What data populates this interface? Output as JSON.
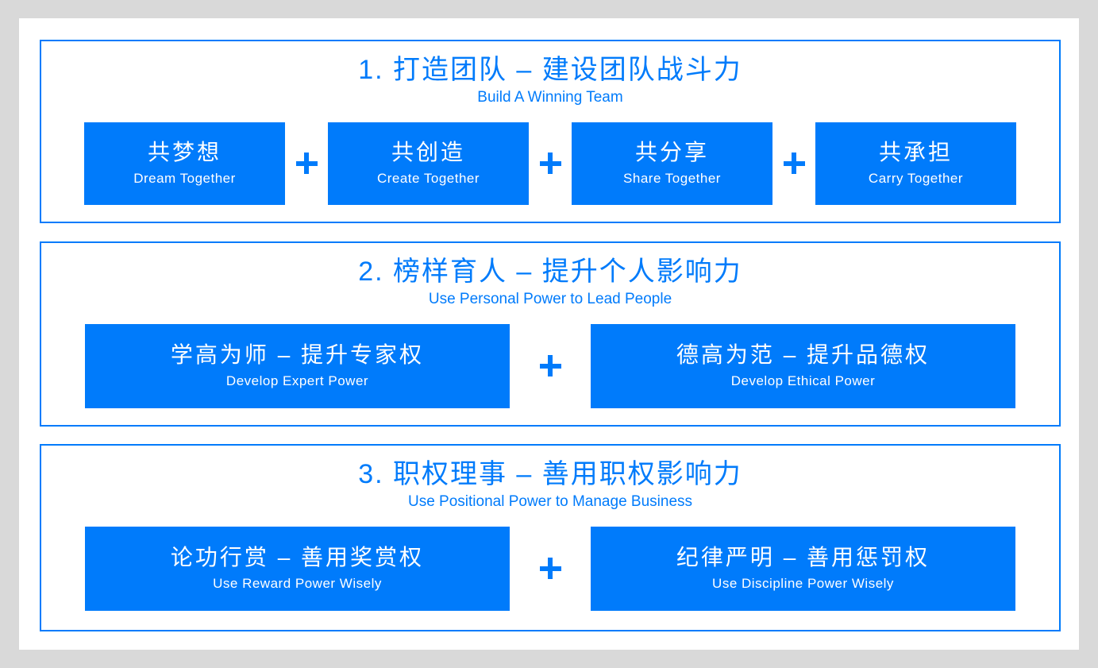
{
  "page": {
    "colors": {
      "background": "#d9d9d9",
      "card": "#ffffff",
      "accent": "#007bfb",
      "box_text": "#ffffff"
    }
  },
  "icons": {
    "plus": "+"
  },
  "sections": [
    {
      "title": "1. 打造团队 – 建设团队战斗力",
      "subtitle": "Build A Winning Team",
      "boxes": [
        {
          "zh": "共梦想",
          "en": "Dream Together"
        },
        {
          "zh": "共创造",
          "en": "Create Together"
        },
        {
          "zh": "共分享",
          "en": "Share Together"
        },
        {
          "zh": "共承担",
          "en": "Carry Together"
        }
      ]
    },
    {
      "title": "2. 榜样育人 – 提升个人影响力",
      "subtitle": "Use Personal Power to Lead People",
      "boxes": [
        {
          "zh": "学高为师 – 提升专家权",
          "en": "Develop Expert Power"
        },
        {
          "zh": "德高为范 – 提升品德权",
          "en": "Develop Ethical Power"
        }
      ]
    },
    {
      "title": "3. 职权理事 – 善用职权影响力",
      "subtitle": "Use Positional Power to Manage Business",
      "boxes": [
        {
          "zh": "论功行赏 – 善用奖赏权",
          "en": "Use Reward Power Wisely"
        },
        {
          "zh": "纪律严明 – 善用惩罚权",
          "en": "Use Discipline Power Wisely"
        }
      ]
    }
  ]
}
